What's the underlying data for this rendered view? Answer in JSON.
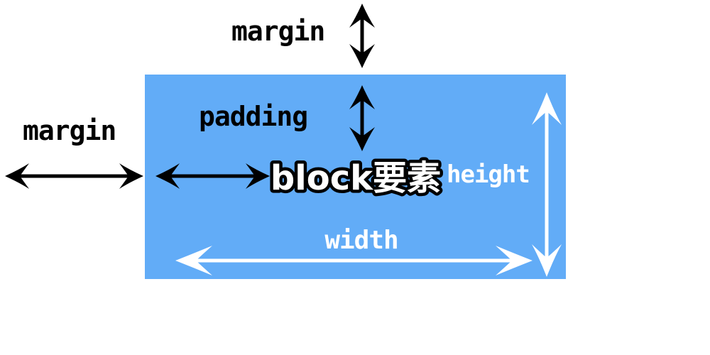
{
  "diagram": {
    "title_semantic": "CSS box model diagram for a block element",
    "labels": {
      "margin_top": "margin",
      "margin_left": "margin",
      "padding": "padding",
      "block_element": "block要素",
      "height": "height",
      "width": "width"
    },
    "colors": {
      "box_fill": "#62acf7",
      "arrow_black": "#000000",
      "arrow_white": "#ffffff",
      "label_black": "#000000",
      "label_white": "#ffffff",
      "block_text_fill": "#ffffff",
      "block_text_outline": "#000000",
      "background": "#ffffff"
    }
  }
}
